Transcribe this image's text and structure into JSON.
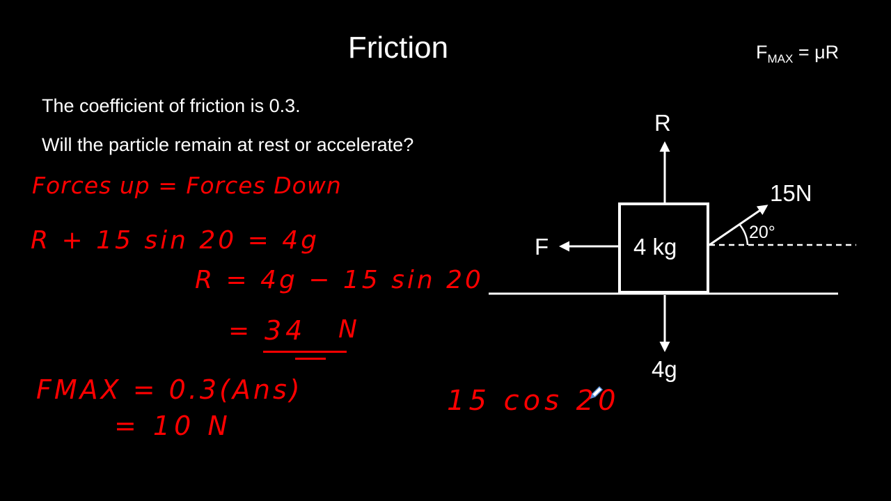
{
  "slide": {
    "title": "Friction",
    "formula": {
      "main": "F",
      "subscript": "MAX",
      "rhs": " = μR"
    },
    "lines": [
      "The coefficient of friction is 0.3.",
      "Will the particle remain at rest or accelerate?"
    ]
  },
  "handwriting": {
    "color": "#ff0000",
    "lines": [
      "Forces up = Forces Down",
      "R + 15 sin 20  =  4g",
      "R = 4g − 15 sin 20",
      "=",
      "34",
      "N",
      "FMAX = 0.3(Ans)",
      "= 10 N",
      "15 cos 20"
    ]
  },
  "diagram": {
    "labels": {
      "normal": "R",
      "applied_force": "15N",
      "angle": "20°",
      "friction": "F",
      "mass": "4 kg",
      "weight": "4g"
    }
  }
}
